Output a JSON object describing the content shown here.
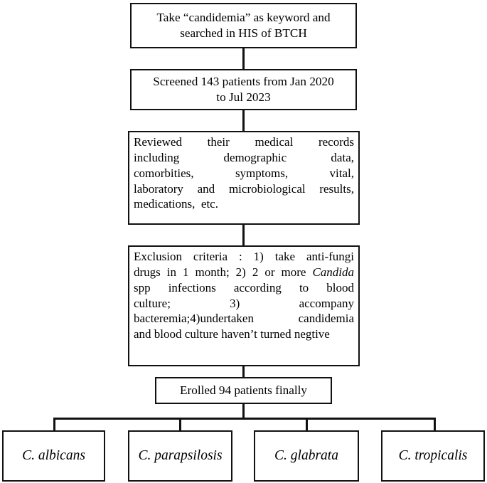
{
  "diagram": {
    "title": "Candidemia patient screening and enrollment flowchart",
    "line_color": "#111111",
    "box_fill": "#ffffff",
    "text_color": "#000000"
  },
  "nodes": {
    "search": {
      "line1": "Take “candidemia” as keyword and",
      "line2": "searched in HIS of BTCH"
    },
    "screened": {
      "line1": "Screened 143 patients  from Jan 2020",
      "line2": "to Jul 2023"
    },
    "review": {
      "line1": "Reviewed their medical records",
      "line2": "including demographic data,",
      "line3": "comorbities, symptoms, vital,",
      "line4": "laboratory and microbiological results,",
      "line5": "medications,  etc."
    },
    "exclusion": {
      "line1": "Exclusion criteria : 1) take anti-fungi",
      "line2a": "drugs in 1 month; 2) 2 or more ",
      "line2b": "Candida",
      "line3": "spp infections according to blood",
      "line4": "culture;  3)  accompany",
      "line5": "bacteremia;4)undertaken candidemia",
      "line6": "and blood culture haven’t turned negtive"
    },
    "enrolled": {
      "label": "Erolled 94 patients finally"
    }
  },
  "species": [
    {
      "label": "C. albicans"
    },
    {
      "label": "C. parapsilosis"
    },
    {
      "label": "C. glabrata"
    },
    {
      "label": "C. tropicalis"
    }
  ]
}
